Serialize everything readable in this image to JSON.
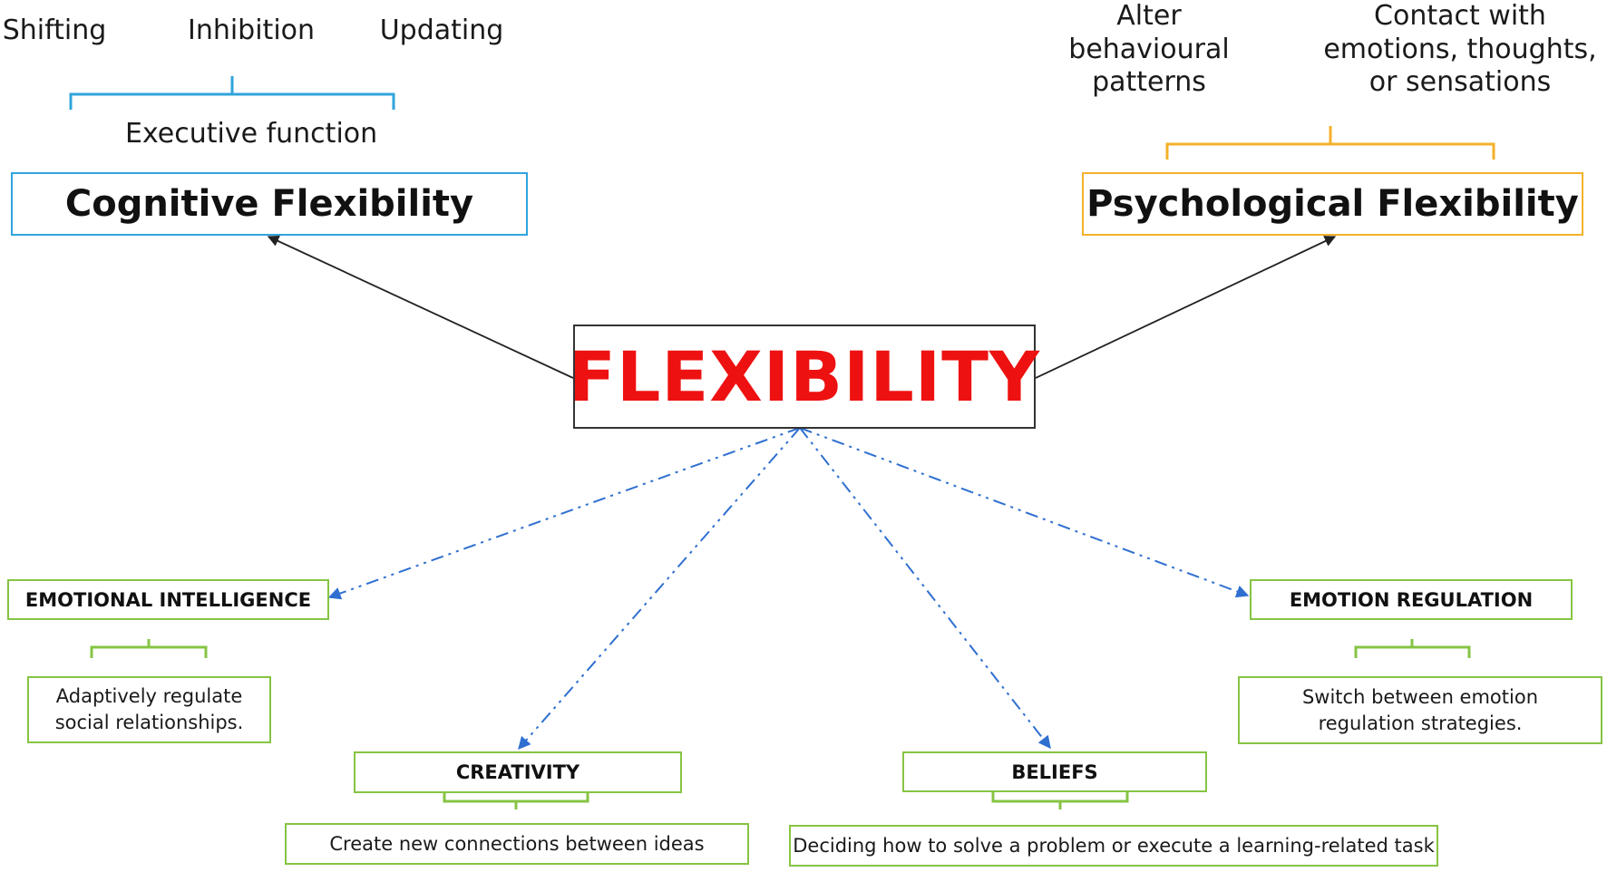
{
  "center": {
    "label": "FLEXIBILITY"
  },
  "cognitive": {
    "label": "Cognitive Flexibility",
    "components": [
      "Shifting",
      "Inhibition",
      "Updating"
    ],
    "group_label": "Executive function"
  },
  "psychological": {
    "label": "Psychological Flexibility",
    "components": [
      "Alter behavioural patterns",
      "Contact with emotions, thoughts, or sensations"
    ]
  },
  "related": {
    "emotional_intelligence": {
      "label": "EMOTIONAL INTELLIGENCE",
      "description": "Adaptively regulate social relationships."
    },
    "creativity": {
      "label": "CREATIVITY",
      "description": "Create new connections between ideas"
    },
    "beliefs": {
      "label": "BELIEFS",
      "description": "Deciding how to solve a problem or execute a learning-related task"
    },
    "emotion_regulation": {
      "label": "EMOTION REGULATION",
      "description": "Switch between emotion regulation strategies."
    }
  },
  "colors": {
    "center_text": "#ee1111",
    "cognitive_accent": "#30a4dc",
    "psychological_accent": "#f4b12a",
    "related_accent": "#86c443",
    "dashed_arrow": "#2f6fd0",
    "solid_arrow": "#222222"
  }
}
